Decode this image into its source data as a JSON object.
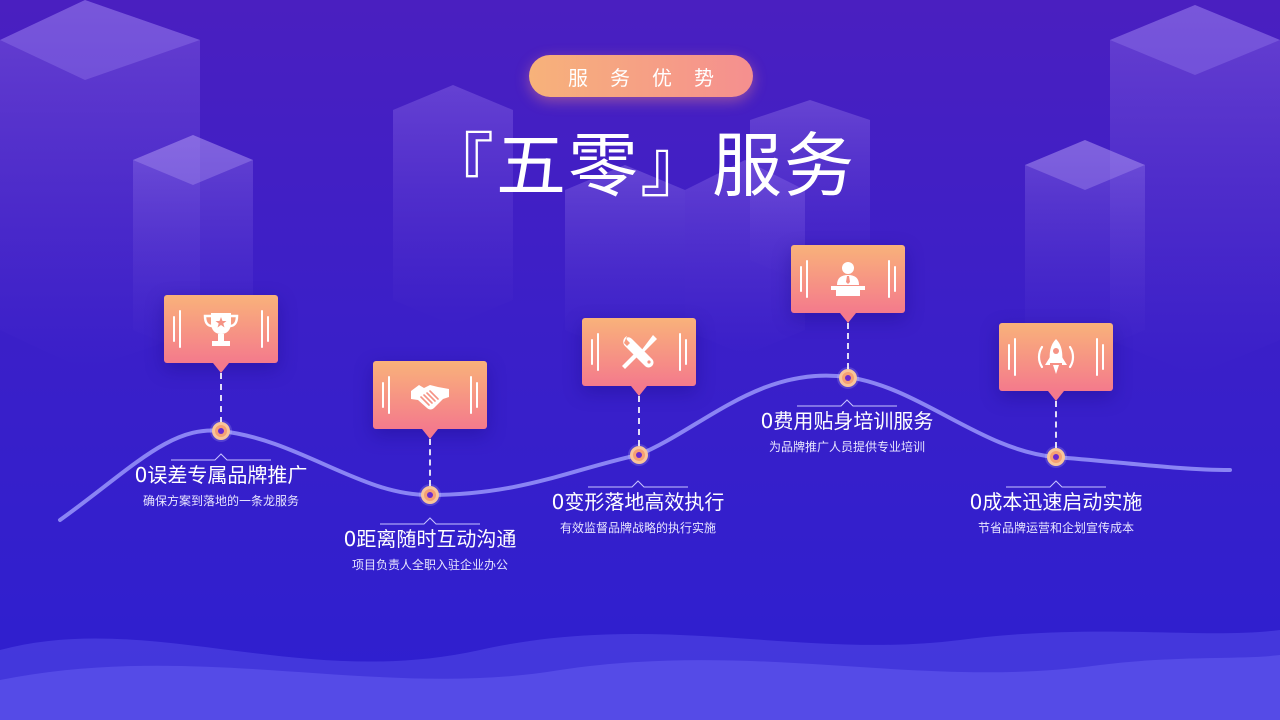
{
  "badge": "服务优势",
  "title": "『五零』服务",
  "colors": {
    "bg_top": "#4a1fc0",
    "bg_bottom": "#2d1fd0",
    "card_top": "#f9b27a",
    "card_bottom": "#f47a8c",
    "dot": "#f5a073"
  },
  "steps": [
    {
      "icon": "trophy-icon",
      "title": "0误差专属品牌推广",
      "desc": "确保方案到落地的一条龙服务"
    },
    {
      "icon": "handshake-icon",
      "title": "0距离随时互动沟通",
      "desc": "项目负责人全职入驻企业办公"
    },
    {
      "icon": "tools-icon",
      "title": "0变形落地高效执行",
      "desc": "有效监督品牌战略的执行实施"
    },
    {
      "icon": "presenter-icon",
      "title": "0费用贴身培训服务",
      "desc": "为品牌推广人员提供专业培训"
    },
    {
      "icon": "rocket-icon",
      "title": "0成本迅速启动实施",
      "desc": "节省品牌运营和企划宣传成本"
    }
  ]
}
